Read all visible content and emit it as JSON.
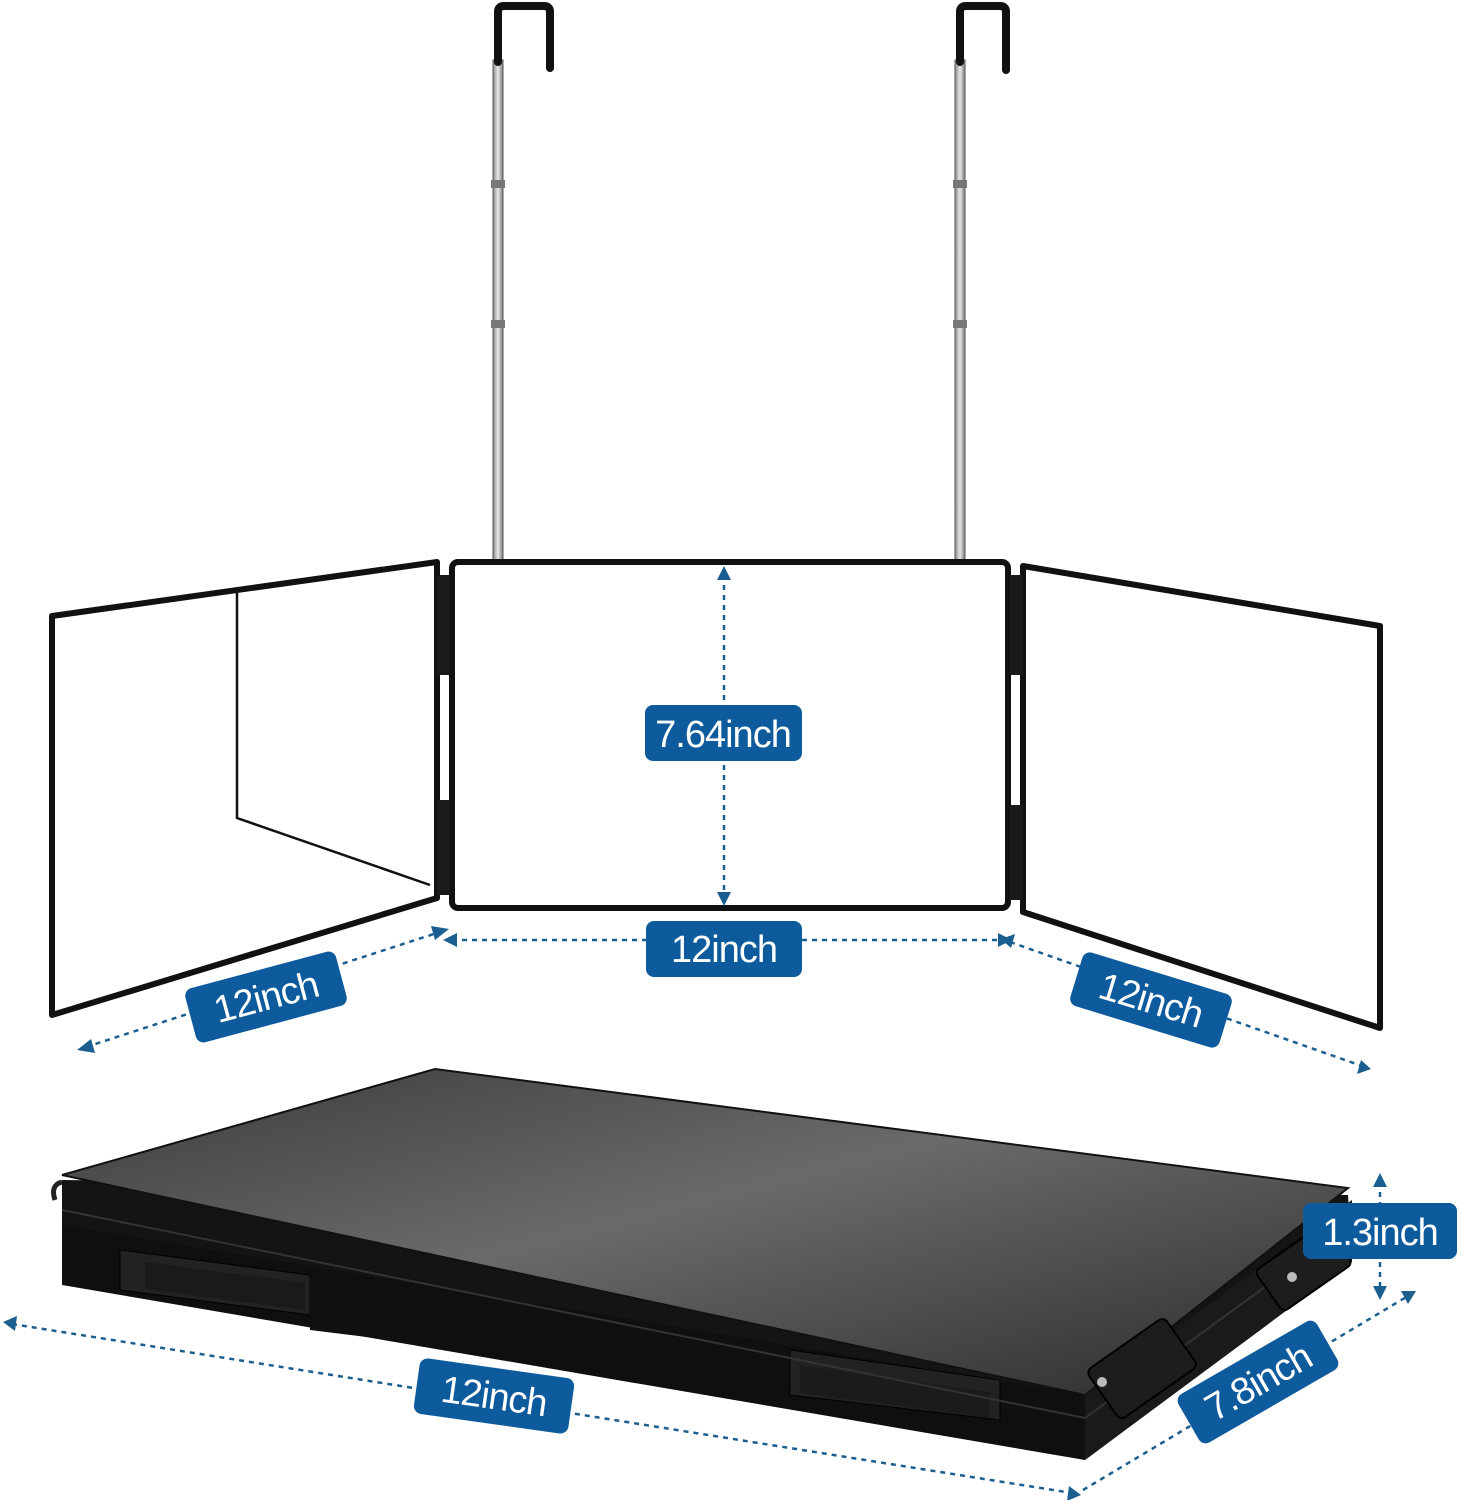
{
  "colors": {
    "label_bg": "#0d5a9c",
    "label_text": "#ffffff",
    "dim_line": "#1a5f8f",
    "frame": "#111111",
    "case_body": "#1c1c1c"
  },
  "labels": {
    "center_height": "7.64inch",
    "center_width": "12inch",
    "left_width": "12inch",
    "right_width": "12inch",
    "folded_thickness": "1.3inch",
    "folded_length": "12inch",
    "folded_depth": "7.8inch"
  }
}
